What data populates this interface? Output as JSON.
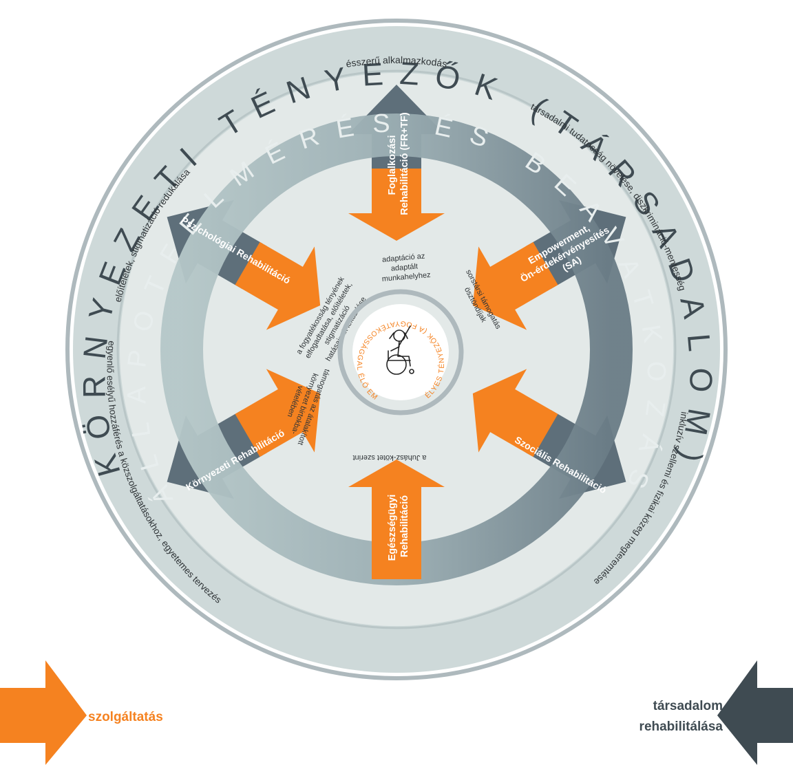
{
  "outer_ring_text": "KÖRNYEZETI TÉNYEZŐK (TÁRSADALOM)",
  "middle_ring_text": "ÁLLAPOTFELMÉRÉS ÉS BEAVATKOZÁS",
  "inner_ring_text": "SZEMÉLYES TÉNYEZŐK (A FOGYATÉKOSSÁGGAL ÉLŐ EMBER)",
  "outer_labels": {
    "top": "ésszerű alkalmazkodás",
    "top_right": "társadalmi tudatosság növelése, diszkrimináció-mentesség",
    "top_left": "előítéletek, stigmatizáció redukálása",
    "bottom_left": "egyenlő esélyű hozzáférés a közszolgáltatásokhoz, egyetemes tervezés",
    "bottom_right": "inkluzív szellemi és fizikai közeg megteremtése"
  },
  "inner_labels": {
    "top": [
      "adaptáció az",
      "adaptált",
      "munkahelyhez"
    ],
    "top_left": [
      "a fogyatékosság tényének",
      "elfogadtatása, előítéletek,",
      "stigmatizáció",
      "hatásainak leküzdése"
    ],
    "top_right": [
      "sorstársi támogatás",
      "ösztöndíjak"
    ],
    "bottom_left": [
      "támogatás az átalakított",
      "környezet birtokba-",
      "vételében"
    ],
    "bottom": [
      "a Juhász-kötet szerint"
    ]
  },
  "rehab_arrows": {
    "top": [
      "Foglalkozási",
      "Rehabilitáció (FR+TF)"
    ],
    "top_left": [
      "Pszichológiai Rehabilitáció"
    ],
    "top_right": [
      "Empowerment,",
      "Ön-érdekérvényesítés",
      "(SA)"
    ],
    "bottom_left": [
      "Környezeti Rehabilitáció"
    ],
    "bottom_right": [
      "Szociális Rehabilitáció"
    ],
    "bottom": [
      "Egészségügyi",
      "Rehabilitáció"
    ]
  },
  "legend": {
    "service": "szolgáltatás",
    "society_line1": "társadalom",
    "society_line2": "rehabilitálása"
  },
  "colors": {
    "orange": "#F58220",
    "slate": "#5E6F7A",
    "dark_slate": "#3F4B52",
    "outer_fill": "#CED9D9",
    "ring_grey": "#AEB9BD",
    "text": "#2E3336"
  },
  "center_icon": "person-in-wheelchair-waving"
}
